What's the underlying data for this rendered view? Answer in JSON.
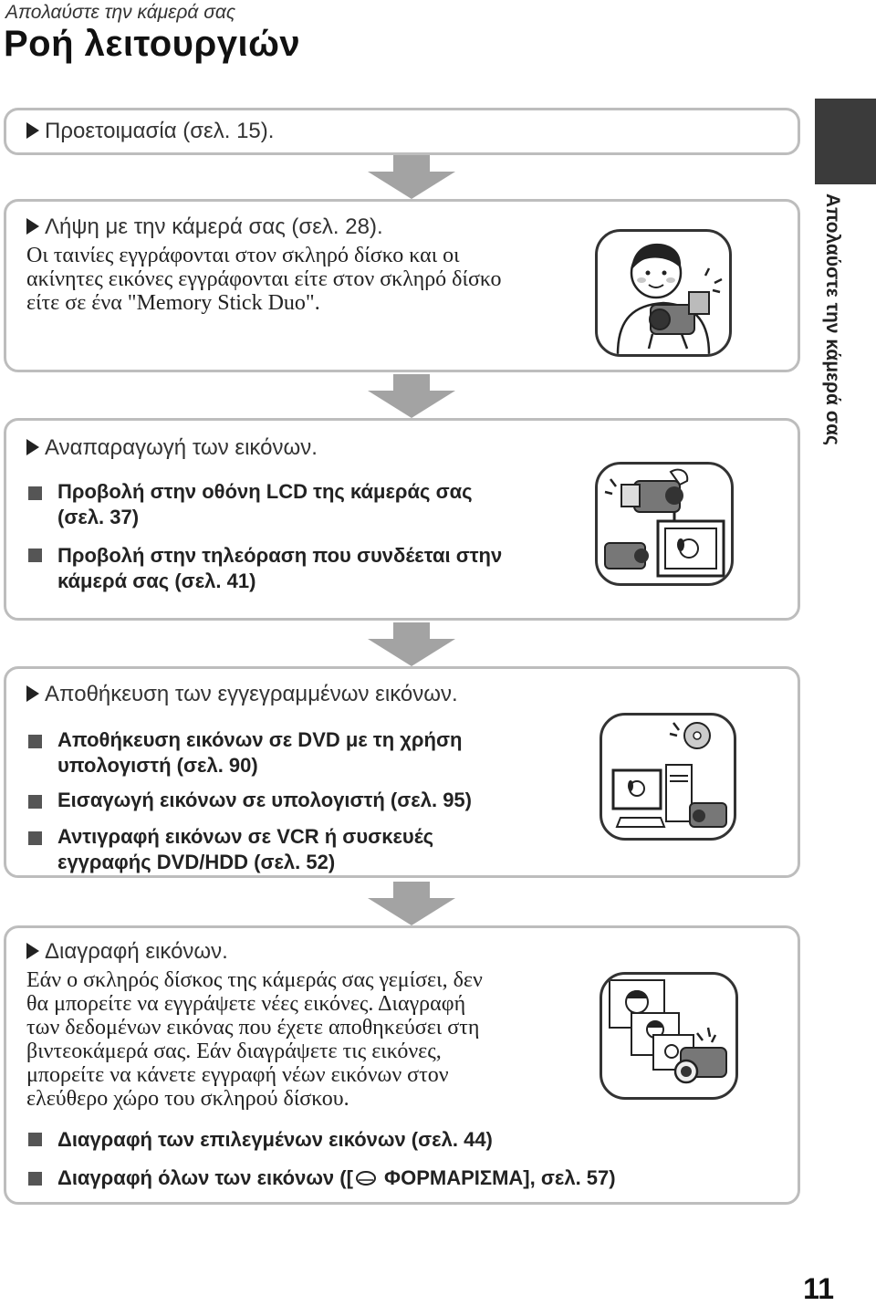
{
  "header": {
    "subtitle": "Απολαύστε την κάμερά σας",
    "title": "Ροή λειτουργιών"
  },
  "side_tab": {
    "label": "Απολαύστε την κάμερά σας"
  },
  "steps": [
    {
      "heading": "Προετοιμασία (σελ. 15)."
    },
    {
      "heading": "Λήψη με την κάμερά σας (σελ. 28).",
      "body_lines": [
        "Οι ταινίες εγγράφονται στον σκληρό δίσκο και οι",
        "ακίνητες εικόνες εγγράφονται είτε στον σκληρό δίσκο",
        "είτε σε ένα \"Memory Stick Duo\"."
      ]
    },
    {
      "heading": "Αναπαραγωγή των εικόνων.",
      "items": [
        {
          "lines": [
            "Προβολή στην οθόνη LCD της κάμεράς σας",
            "(σελ. 37)"
          ]
        },
        {
          "lines": [
            "Προβολή στην τηλεόραση που συνδέεται στην",
            "κάμερά σας (σελ. 41)"
          ]
        }
      ]
    },
    {
      "heading": "Αποθήκευση των εγγεγραμμένων εικόνων.",
      "items": [
        {
          "lines": [
            "Αποθήκευση εικόνων σε DVD με τη χρήση",
            "υπολογιστή (σελ. 90)"
          ]
        },
        {
          "lines": [
            "Εισαγωγή εικόνων σε υπολογιστή (σελ. 95)"
          ]
        },
        {
          "lines": [
            "Αντιγραφή εικόνων σε VCR ή συσκευές",
            "εγγραφής DVD/HDD (σελ. 52)"
          ]
        }
      ]
    },
    {
      "heading": "Διαγραφή εικόνων.",
      "body_lines": [
        "Εάν ο σκληρός δίσκος της κάμεράς σας γεμίσει, δεν",
        "θα μπορείτε να εγγράψετε νέες εικόνες. Διαγραφή",
        "των δεδομένων εικόνας που έχετε αποθηκεύσει στη",
        "βιντεοκάμερά σας. Εάν διαγράψετε τις εικόνες,",
        "μπορείτε να κάνετε εγγραφή νέων εικόνων στον",
        "ελεύθερο χώρο του σκληρού δίσκου."
      ],
      "items": [
        {
          "lines": [
            "Διαγραφή των επιλεγμένων εικόνων (σελ. 44)"
          ]
        },
        {
          "prefix": "Διαγραφή όλων των εικόνων ([",
          "suffix": " ΦΟΡΜΑΡΙΣΜΑ], σελ. 57)",
          "icon": "hdd-icon"
        }
      ]
    }
  ],
  "page_number": "11",
  "colors": {
    "box_border": "#bdbdbd",
    "arrow": "#a3a3a3",
    "side_block": "#3b3b3b"
  }
}
